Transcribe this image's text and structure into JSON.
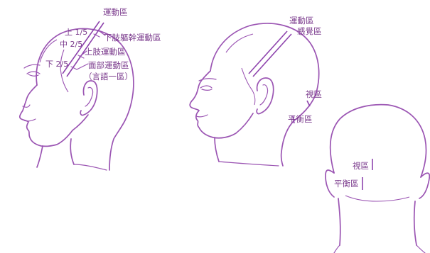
{
  "colors": {
    "line": "#9b55b3",
    "text": "#7a3a8c",
    "background": "#ffffff"
  },
  "figures": {
    "front": {
      "labels": {
        "motor_area": "運動區",
        "upper_fifth": "上 1/5",
        "middle_two_fifths": "中 2/5",
        "lower_two_fifths": "下 2/5",
        "lower_limb_trunk_motor": "下肢軀幹運動區",
        "upper_limb_motor": "上肢運動區",
        "face_motor": "面部運動區",
        "speech_one": "（言語一區）"
      }
    },
    "side": {
      "labels": {
        "motor_area": "運動區",
        "sensory_area": "感覺區",
        "vision_area": "視區",
        "balance_area": "平衡區"
      }
    },
    "back": {
      "labels": {
        "vision_area": "視區",
        "balance_area": "平衡區"
      }
    }
  }
}
